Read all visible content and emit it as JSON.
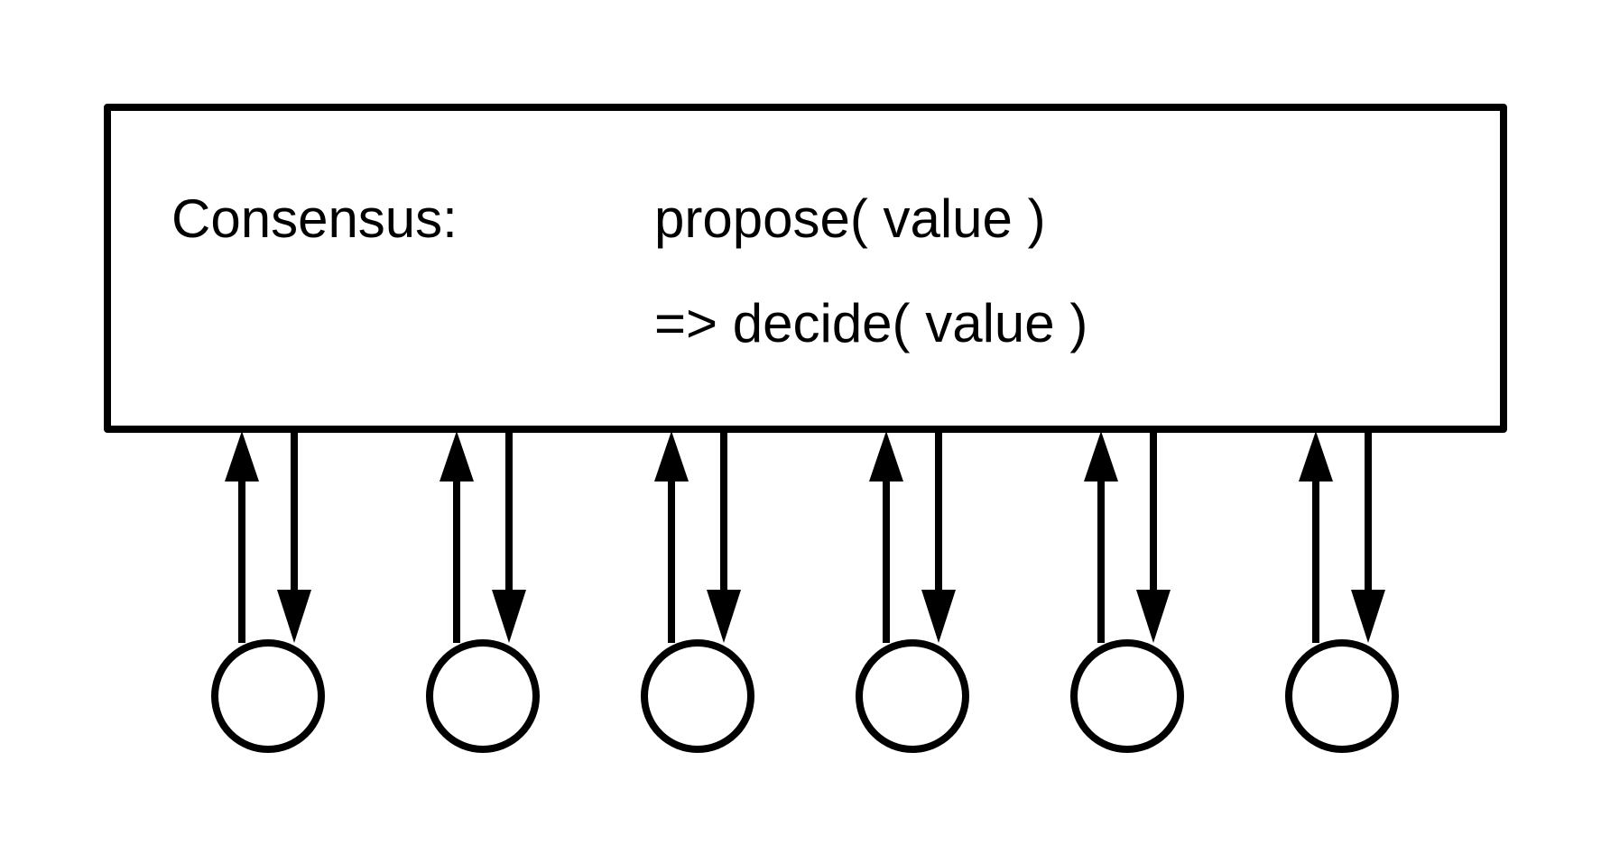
{
  "consensus_box": {
    "label": "Consensus:",
    "propose_line": "propose( value )",
    "decide_line": "=> decide( value )"
  },
  "processes": [
    {
      "shape": "circle"
    },
    {
      "shape": "circle"
    },
    {
      "shape": "circle"
    },
    {
      "shape": "circle"
    },
    {
      "shape": "circle"
    },
    {
      "shape": "circle"
    }
  ],
  "colors": {
    "stroke": "#000000",
    "background": "#ffffff"
  }
}
